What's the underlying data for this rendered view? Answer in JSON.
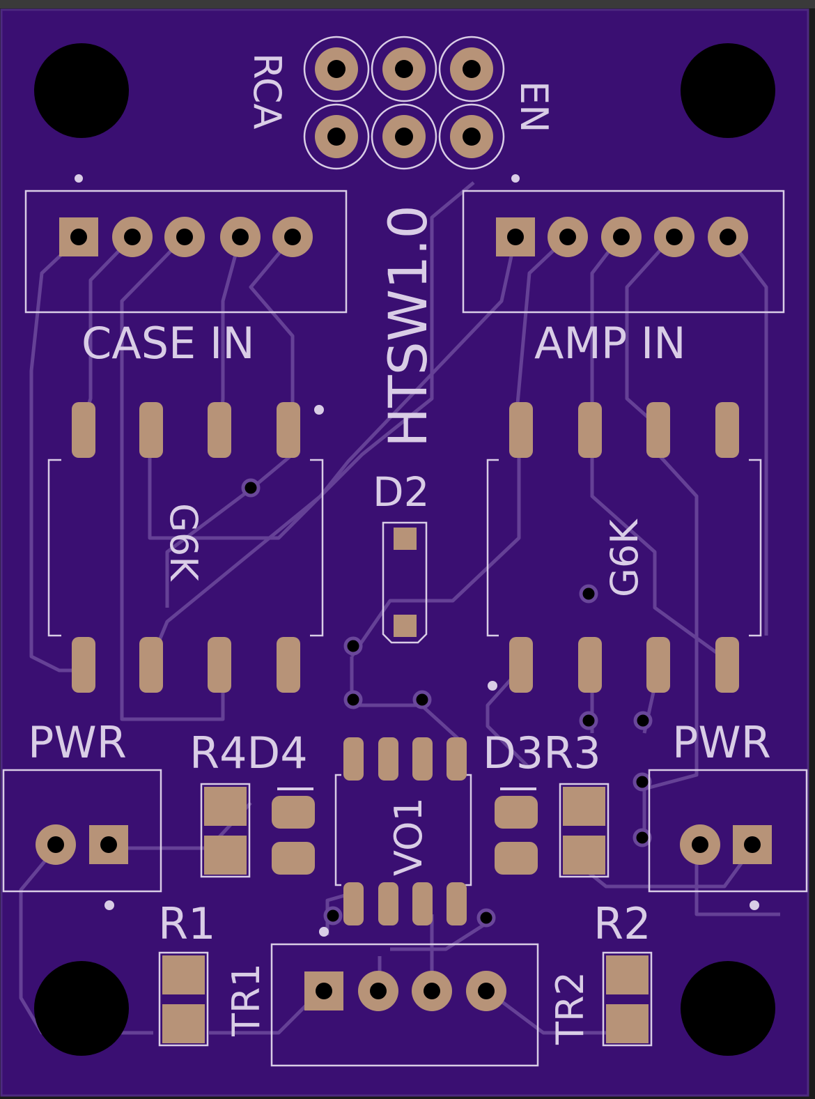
{
  "board": {
    "name": "HTSW1.0",
    "colors": {
      "substrate": "#3a0f72",
      "trace": "#6a479a",
      "silkscreen": "#d9cde6",
      "pad": "#b79378",
      "hole": "#000000",
      "window_chrome": "#3a3a3a"
    }
  },
  "labels": {
    "board_name": "HTSW1.0",
    "case_in": "CASE IN",
    "amp_in": "AMP IN",
    "rca": "RCA",
    "en": "EN",
    "relay_left": "G6K",
    "relay_right": "G6K",
    "d2": "D2",
    "pwr_left": "PWR",
    "pwr_right": "PWR",
    "r4d4": "R4D4",
    "d3r3": "D3R3",
    "vo1": "VO1",
    "r1": "R1",
    "r2": "R2",
    "tr1": "TR1",
    "tr2": "TR2"
  },
  "icons": {
    "mounting_hole": "black-circle-icon",
    "through_hole_pad": "ring-pad-icon",
    "square_pad": "square-pad-icon",
    "smd_pad": "rounded-rect-pad-icon",
    "via": "dot-icon"
  }
}
